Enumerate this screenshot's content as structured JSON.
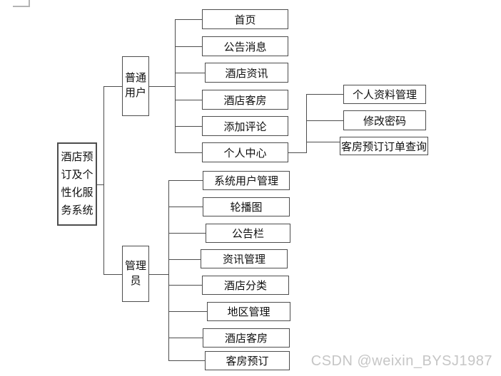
{
  "diagram": {
    "root": {
      "label": "酒店预订及个性化服务系统"
    },
    "roles": [
      {
        "label": "普通用户",
        "children": [
          "首页",
          "公告消息",
          "酒店资讯",
          "酒店客房",
          "添加评论",
          "个人中心"
        ]
      },
      {
        "label": "管理员",
        "children": [
          "系统用户管理",
          "轮播图",
          "公告栏",
          "资讯管理",
          "酒店分类",
          "地区管理",
          "酒店客房",
          "客房预订"
        ]
      }
    ],
    "personal_center_children": [
      "个人资料管理",
      "修改密码",
      "客房预订订单查询"
    ]
  },
  "watermark": "CSDN @weixin_BYSJ1987",
  "colors": {
    "line": "#4d4d4d",
    "watermark": "#c6c6c6",
    "background": "#ffffff"
  }
}
